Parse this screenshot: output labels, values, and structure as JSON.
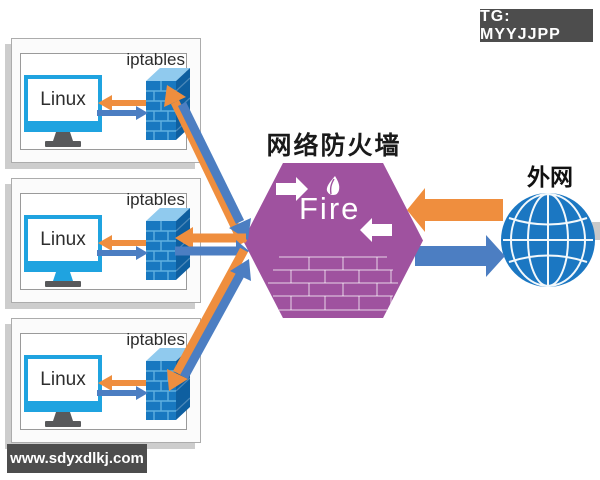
{
  "watermarks": {
    "telegram": "TG: MYYJJPP",
    "website": "www.sdyxdlkj.com"
  },
  "firewall_hexagon": {
    "title": "网络防火墙",
    "label": "Fire"
  },
  "internet": {
    "label": "外网"
  },
  "hosts": [
    {
      "os_label": "Linux",
      "firewall_label": "iptables"
    },
    {
      "os_label": "Linux",
      "firewall_label": "iptables"
    },
    {
      "os_label": "Linux",
      "firewall_label": "iptables"
    }
  ],
  "colors": {
    "orange": "#EF8E3E",
    "blue": "#4C7EC2",
    "purple": "#9F529F",
    "monitor_blue": "#1FA3E0",
    "wall_front": "#1878C0",
    "wall_top": "#90CAEE",
    "wall_side": "#0E5FA0",
    "wall_line": "#5FB0E0",
    "globe_blue": "#1B77C2",
    "badge_bg": "#4D4D4D",
    "stand_gray": "#58595B",
    "box_shadow": "#CDCDCD"
  }
}
